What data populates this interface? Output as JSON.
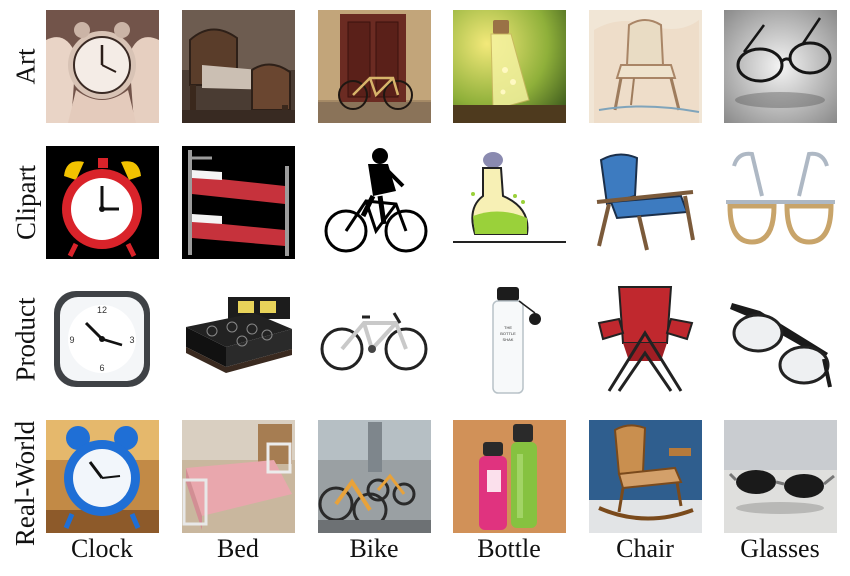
{
  "rows": [
    "Art",
    "Clipart",
    "Product",
    "Real-World"
  ],
  "columns": [
    "Clock",
    "Bed",
    "Bike",
    "Bottle",
    "Chair",
    "Glasses"
  ],
  "cells": {
    "art": {
      "clock": "art-clock-photo",
      "bed": "art-bed-photo",
      "bike": "art-bike-photo",
      "bottle": "art-bottle-photo",
      "chair": "art-chair-painting",
      "glasses": "art-glasses-photo"
    },
    "clipart": {
      "clock": "clipart-alarm-clock",
      "bed": "clipart-bunk-bed",
      "bike": "clipart-cyclist",
      "bottle": "clipart-flask",
      "chair": "clipart-armchair",
      "glasses": "clipart-glasses"
    },
    "product": {
      "clock": "product-alarm-clock",
      "bed": "product-bed",
      "bike": "product-bike",
      "bottle": "product-bottle",
      "chair": "product-folding-chair",
      "glasses": "product-glasses"
    },
    "real_world": {
      "clock": "photo-blue-alarm-clock",
      "bed": "photo-hospital-bed",
      "bike": "photo-bike-share",
      "bottle": "photo-water-bottles",
      "chair": "photo-rocking-chair",
      "glasses": "photo-sunglasses"
    }
  },
  "colors": {
    "clipart_red": "#d9232a",
    "clipart_yellow": "#f2c200",
    "clipart_blue": "#3d7bc0",
    "rw_blue": "#1f6fd6",
    "rw_pink": "#e0337f",
    "rw_green": "#86c240"
  }
}
